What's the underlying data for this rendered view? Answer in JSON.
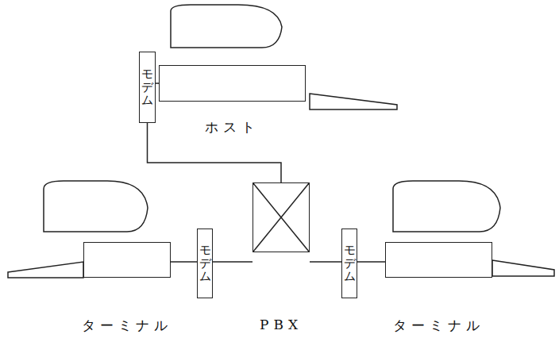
{
  "diagram": {
    "nodes": [
      {
        "text": [
          "モデム"
        ]
      },
      {
        "text": [
          "ホスト"
        ]
      },
      {
        "text": [
          "ターミナル"
        ]
      },
      {
        "text": [
          "モデム"
        ]
      },
      {
        "text": [
          "PBX"
        ]
      },
      {
        "text": [
          "モデム"
        ]
      },
      {
        "text": [
          "ターミナル"
        ]
      }
    ],
    "edges": [
      {
        "from": 0,
        "to": 1,
        "arrow": "none"
      },
      {
        "from": 0,
        "to": 4,
        "arrow": "none"
      },
      {
        "from": 2,
        "to": 3,
        "arrow": "none"
      },
      {
        "from": 3,
        "to": 4,
        "arrow": "none"
      },
      {
        "from": 4,
        "to": 5,
        "arrow": "none"
      },
      {
        "from": 5,
        "to": 6,
        "arrow": "none"
      }
    ]
  }
}
